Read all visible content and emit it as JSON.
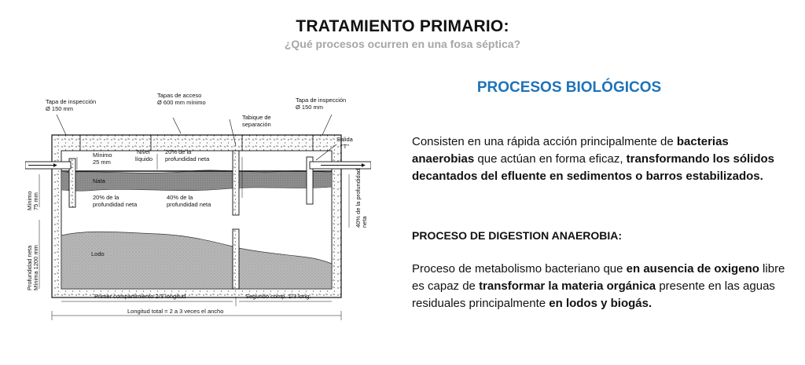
{
  "header": {
    "title": "TRATAMIENTO PRIMARIO:",
    "subtitle": "¿Qué procesos ocurren en una fosa séptica?"
  },
  "diagram": {
    "labels": {
      "tapa_inspeccion_left": [
        "Tapa de inspección",
        "Ø 150 mm"
      ],
      "tapas_acceso": [
        "Tapas de acceso",
        "Ø 600 mm mínimo"
      ],
      "tapa_inspeccion_right": [
        "Tapa de inspección",
        "Ø 150 mm"
      ],
      "tabique": [
        "Tabique de",
        "separación"
      ],
      "salida": [
        "Salida",
        "\"T\""
      ],
      "minimo_25": [
        "Mínimo",
        "25 mm"
      ],
      "nivel_liquido": [
        "Nivel",
        "líquido"
      ],
      "pct20_top": [
        "20% de la",
        "profundidad neta"
      ],
      "nata": "Nata",
      "pct20_bottom": [
        "20% de la",
        "profundidad neta"
      ],
      "pct40": [
        "40% de la",
        "profundidad neta"
      ],
      "pct40_right": [
        "40% de la profundidad",
        "neta"
      ],
      "minimo_75": [
        "Mínimo",
        "75 mm"
      ],
      "profundidad_neta": [
        "Profundidad neta",
        "Mínima 1200 mm"
      ],
      "lodo": "Lodo",
      "primer_compartimiento": "Primer compartimiento 2/3 longitud",
      "segundo_comp": "Segundo comp. 1/3 long.",
      "longitud_total": "Longitud total = 2 a 3 veces el ancho"
    }
  },
  "content": {
    "section_title": "PROCESOS BIOLÓGICOS",
    "para1": [
      {
        "t": "Consisten en una rápida acción principalmente de ",
        "b": false
      },
      {
        "t": "bacterias anaerobias",
        "b": true
      },
      {
        "t": " que actúan en forma eficaz, ",
        "b": false
      },
      {
        "t": "transformando los sólidos decantados del efluente en sedimentos o barros estabilizados.",
        "b": true
      }
    ],
    "sub_heading": "PROCESO DE DIGESTION ANAEROBIA:",
    "para2": [
      {
        "t": "Proceso de metabolismo bacteriano que ",
        "b": false
      },
      {
        "t": "en ausencia de oxigeno",
        "b": true
      },
      {
        "t": " libre  es capaz de ",
        "b": false
      },
      {
        "t": "transformar la materia orgánica",
        "b": true
      },
      {
        "t": " presente en las aguas residuales principalmente ",
        "b": false
      },
      {
        "t": "en lodos y biogás.",
        "b": true
      }
    ]
  },
  "colors": {
    "accent": "#1e72b8",
    "subtitle": "#a6a6a6"
  }
}
